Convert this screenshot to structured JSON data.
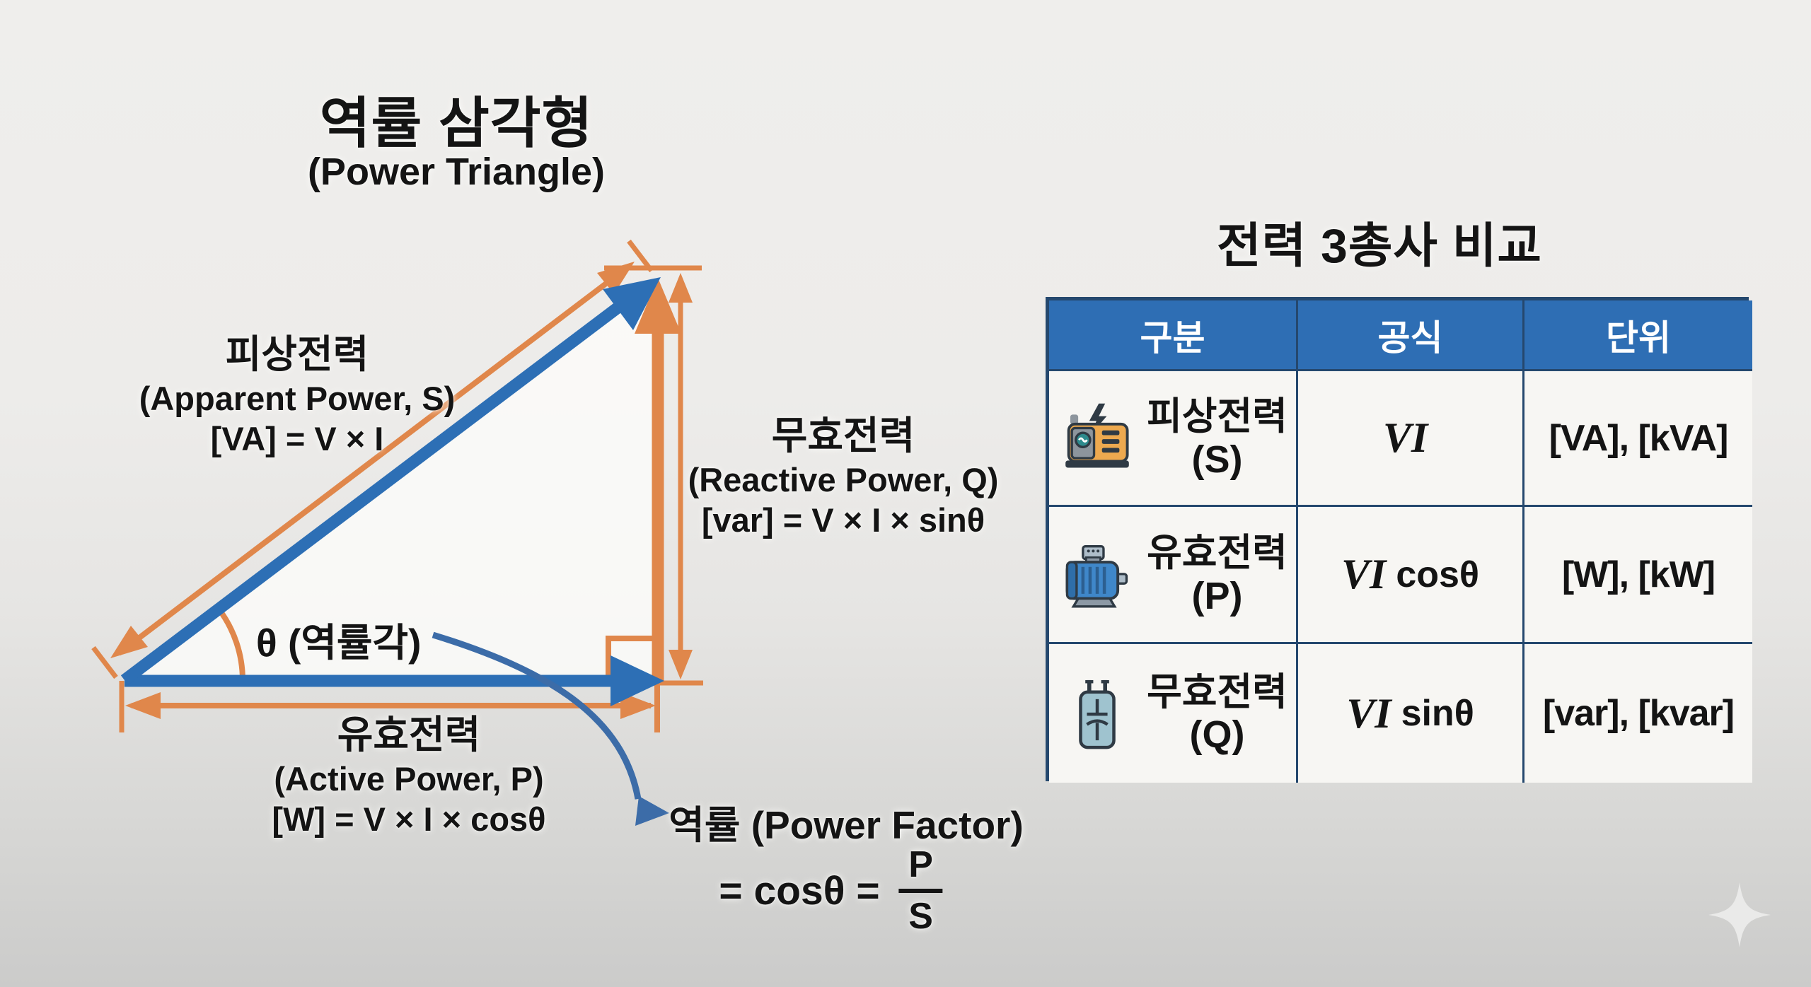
{
  "colors": {
    "blue": "#2d6fb5",
    "orange": "#e0874b",
    "swoosh": "#3c6ca8",
    "header_bg": "#2e6eb4",
    "table_border": "#25486e",
    "cell_bg": "#f7f6f3"
  },
  "diagram": {
    "title": "역률 삼각형",
    "subtitle": "(Power Triangle)",
    "apparent": {
      "ko": "피상전력",
      "en": "(Apparent Power, S)",
      "formula": "[VA] = V × I"
    },
    "reactive": {
      "ko": "무효전력",
      "en": "(Reactive Power, Q)",
      "formula": "[var] = V × I × sinθ"
    },
    "active": {
      "ko": "유효전력",
      "en": "(Active Power, P)",
      "formula": "[W] = V × I × cosθ"
    },
    "angle_label": "θ (역률각)",
    "power_factor": {
      "title": "역률 (Power Factor)",
      "eq_prefix": "= cosθ =",
      "frac_num": "P",
      "frac_den": "S"
    }
  },
  "table": {
    "title": "전력 3총사 비교",
    "headers": [
      "구분",
      "공식",
      "단위"
    ],
    "rows": [
      {
        "icon": "generator-icon",
        "name_ko": "피상전력",
        "symbol": "(S)",
        "formula_var": "VI",
        "formula_fn": "",
        "unit": "[VA], [kVA]"
      },
      {
        "icon": "motor-icon",
        "name_ko": "유효전력",
        "symbol": "(P)",
        "formula_var": "VI",
        "formula_fn": "cosθ",
        "unit": "[W], [kW]"
      },
      {
        "icon": "capacitor-icon",
        "name_ko": "무효전력",
        "symbol": "(Q)",
        "formula_var": "VI",
        "formula_fn": "sinθ",
        "unit": "[var], [kvar]"
      }
    ]
  },
  "watermark": {
    "icon": "sparkle-icon"
  }
}
